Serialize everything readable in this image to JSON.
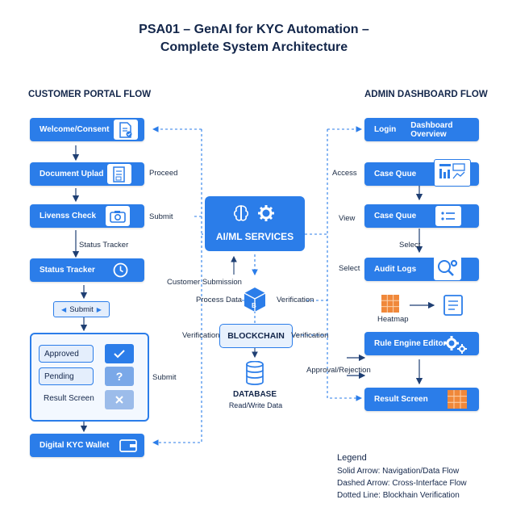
{
  "title": {
    "line1": "PSA01 – GenAI for KYC Automation –",
    "line2": "Complete System Architecture"
  },
  "customer": {
    "heading": "CUSTOMER PORTAL FLOW",
    "welcome": "Welcome/Consent",
    "document": "Document Uplad",
    "liveness": "Livenss Check",
    "status_tracker_label": "Status Tracker",
    "status": "Status Tracker",
    "submit_pill": "Submit",
    "approved": "Approved",
    "pending": "Pending",
    "pending_mark": "?",
    "result_screen": "Result Screen",
    "wallet": "Digital KYC Wallet"
  },
  "admin": {
    "heading": "ADMIN DASHBOARD FLOW",
    "login": "Login",
    "dashboard": "Dashboard Overview",
    "case_queue_1": "Case Quue",
    "case_queue_2": "Case Quue",
    "audit_logs": "Audit Logs",
    "heatmap": "Heatmap",
    "rule_engine": "Rule Engine Editor",
    "result_screen": "Result Screen"
  },
  "center": {
    "ai_services": "AI/ML SERVICES",
    "blockchain": "BLOCKCHAIN",
    "database": "DATABASE",
    "database_sub": "Read/Write Data"
  },
  "labels": {
    "proceed": "Proceed",
    "submit_1": "Submit",
    "submit_2": "Submit",
    "customer_submission": "Customer Submission",
    "process_data": "Process Data",
    "verification_1": "Verification",
    "verification_2": "Verification",
    "verification_3": "Verification",
    "access": "Access",
    "view": "View",
    "select_1": "Select",
    "select_2": "Select",
    "approval_rejection": "Approval/Rejection"
  },
  "legend": {
    "title": "Legend",
    "solid": "Solid Arrow: Navigation/Data Flow",
    "dashed": "Dashed Arrow: Cross-Interface Flow",
    "dotted": "Dotted Line: Blockhain Verification"
  },
  "colors": {
    "primary": "#2b7de9",
    "dark": "#13264a",
    "orange": "#f0883a"
  }
}
